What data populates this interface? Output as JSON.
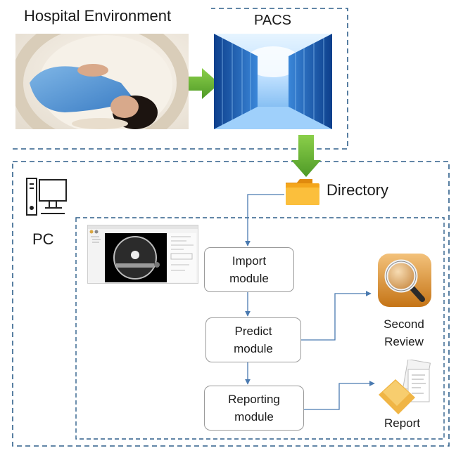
{
  "hospital": {
    "label": "Hospital Environment"
  },
  "pacs": {
    "label": "PACS"
  },
  "directory": {
    "label": "Directory"
  },
  "pc": {
    "label": "PC"
  },
  "modules": {
    "import": "Import\nmodule",
    "predict": "Predict\nmodule",
    "reporting": "Reporting\nmodule"
  },
  "outputs": {
    "second_review": "Second\nReview",
    "report": "Report"
  },
  "icons": {
    "pc": "computer-icon",
    "directory": "folder-icon",
    "second_review": "magnifier-icon",
    "report": "report-documents-icon"
  },
  "colors": {
    "dashed_border": "#2e5f8a",
    "connector": "#4a7ab0",
    "arrow_green": "#5fa830",
    "folder": "#f4a61c"
  }
}
